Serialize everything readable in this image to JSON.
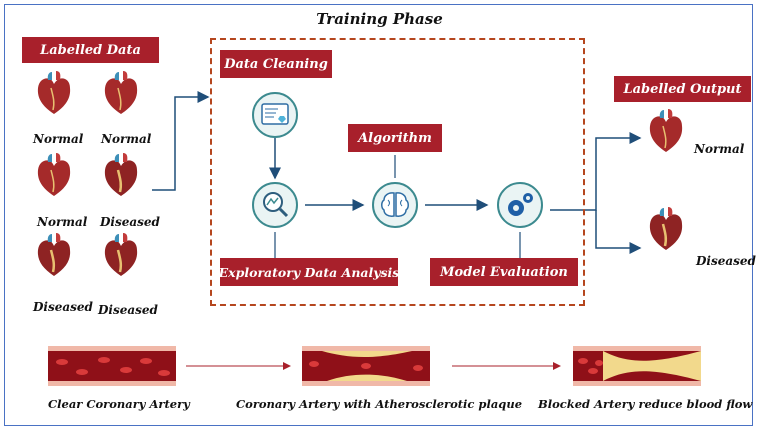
{
  "title": "Training Phase",
  "labelled_data": {
    "tag": "Labelled Data",
    "hearts": [
      "Normal",
      "Normal",
      "Normal",
      "Diseased",
      "Diseased",
      "Diseased"
    ]
  },
  "steps": {
    "data_cleaning": "Data Cleaning",
    "algorithm": "Algorithm",
    "eda": "Exploratory Data Analysis",
    "model_evaluation": "Model Evaluation"
  },
  "labelled_output": {
    "tag": "Labelled Output",
    "hearts": [
      "Normal",
      "Diseased"
    ]
  },
  "arteries": [
    "Clear Coronary Artery",
    "Coronary Artery with Atherosclerotic plaque",
    "Blocked Artery reduce blood flow"
  ],
  "colors": {
    "tag_red": "#a8202b",
    "arrow_blue": "#1f4e79",
    "dashed_border": "#b5461e",
    "frame_blue": "#4a72c4"
  }
}
